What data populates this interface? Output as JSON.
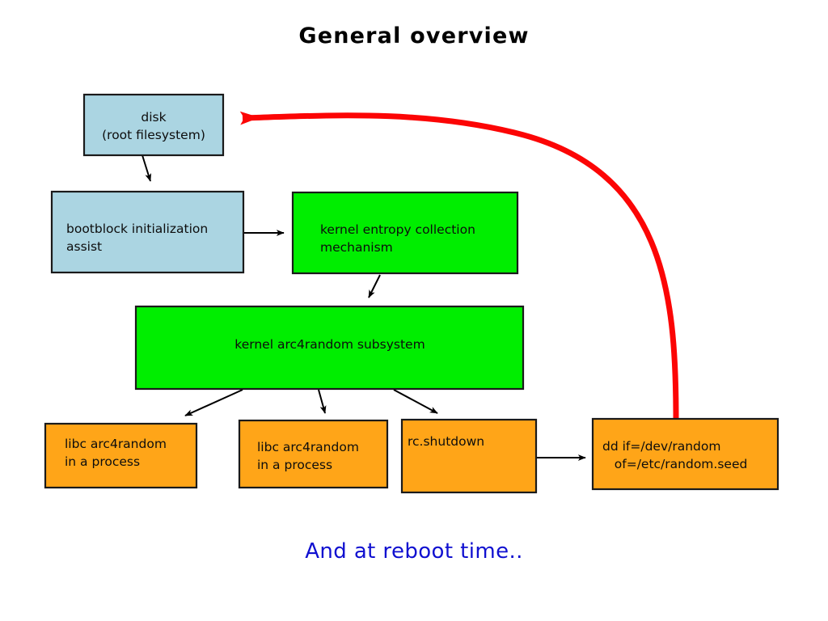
{
  "slide": {
    "title": "General overview",
    "caption": "And at reboot time..",
    "background": "#ffffff"
  },
  "colors": {
    "blue_box": "#abd5e2",
    "green_box": "#00ee00",
    "orange_box": "#ffa518",
    "border": "#1a1a1a",
    "arrow": "#000000",
    "red_arrow": "#fc0505",
    "title_text": "#000000",
    "caption_text": "#1010d0",
    "node_text": "#0d0d0d"
  },
  "nodes": [
    {
      "id": "disk",
      "lines": [
        "disk",
        "(root filesystem)"
      ],
      "fill": "#abd5e2",
      "align": "center",
      "valign": "middle"
    },
    {
      "id": "bootblock",
      "lines": [
        "bootblock initialization",
        "assist"
      ],
      "fill": "#abd5e2",
      "align": "left",
      "valign": "middle"
    },
    {
      "id": "entropy",
      "lines": [
        "kernel entropy collection",
        "mechanism"
      ],
      "fill": "#00ee00",
      "align": "left",
      "valign": "middle"
    },
    {
      "id": "arc4random",
      "lines": [
        "kernel arc4random subsystem"
      ],
      "fill": "#00ee00",
      "align": "center",
      "valign": "middle"
    },
    {
      "id": "libc1",
      "lines": [
        "libc arc4random",
        "in a process"
      ],
      "fill": "#ffa518",
      "align": "left",
      "valign": "middle"
    },
    {
      "id": "libc2",
      "lines": [
        "libc arc4random",
        "in a process"
      ],
      "fill": "#ffa518",
      "align": "left",
      "valign": "middle"
    },
    {
      "id": "rcshutdown",
      "lines": [
        "rc.shutdown"
      ],
      "fill": "#ffa518",
      "align": "left",
      "valign": "top"
    },
    {
      "id": "ddseed",
      "lines": [
        "dd if=/dev/random",
        "   of=/etc/random.seed"
      ],
      "fill": "#ffa518",
      "align": "left",
      "valign": "middle"
    }
  ],
  "edges": [
    {
      "id": "disk-to-bootblock",
      "from": "disk",
      "to": "bootblock",
      "style": "black"
    },
    {
      "id": "bootblock-to-entropy",
      "from": "bootblock",
      "to": "entropy",
      "style": "black"
    },
    {
      "id": "entropy-to-arc4random",
      "from": "entropy",
      "to": "arc4random",
      "style": "black"
    },
    {
      "id": "arc4random-to-libc1",
      "from": "arc4random",
      "to": "libc1",
      "style": "black"
    },
    {
      "id": "arc4random-to-libc2",
      "from": "arc4random",
      "to": "libc2",
      "style": "black"
    },
    {
      "id": "arc4random-to-rcshutdown",
      "from": "arc4random",
      "to": "rcshutdown",
      "style": "black"
    },
    {
      "id": "rcshutdown-to-ddseed",
      "from": "rcshutdown",
      "to": "ddseed",
      "style": "black"
    },
    {
      "id": "ddseed-to-disk",
      "from": "ddseed",
      "to": "disk",
      "style": "red-curve"
    }
  ]
}
